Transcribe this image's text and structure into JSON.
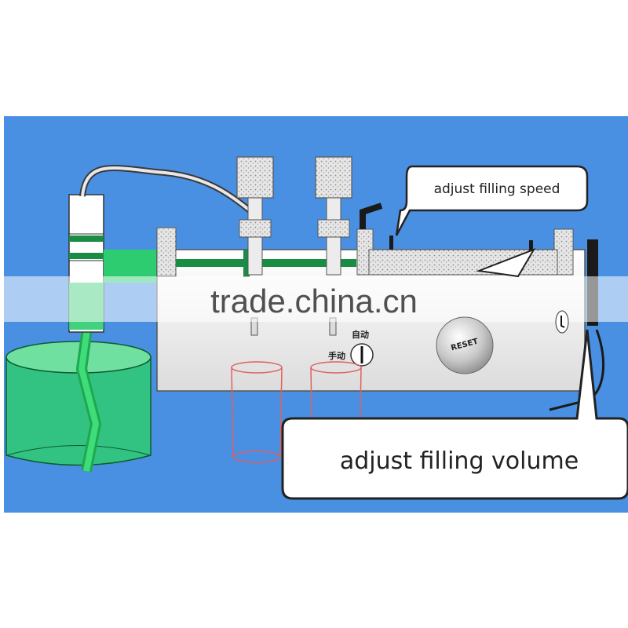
{
  "callouts": {
    "speed": "adjust filling speed",
    "volume": "adjust filling volume"
  },
  "machine": {
    "switch_auto": "自动",
    "switch_manual": "手动",
    "reset_knob": "RESET"
  },
  "watermark": "trade.china.cn",
  "colors": {
    "background": "#4a90e2",
    "liquid": "#2ecc71",
    "machine_body": "#f2f2f2",
    "cup_outline": "#e06060"
  }
}
